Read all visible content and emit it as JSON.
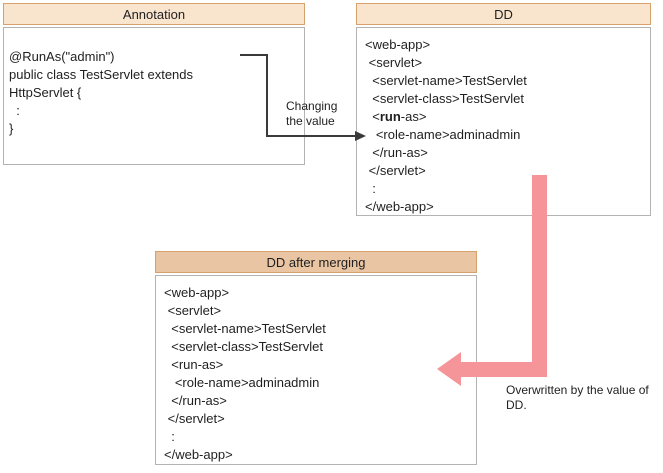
{
  "colors": {
    "header_fill_light": "#f9e4ce",
    "header_fill_dark": "#eac5a4",
    "header_border": "#d5a26e",
    "body_border": "#b3b3b3",
    "pink_arrow": "#f59499",
    "black_arrow": "#3a3a3a"
  },
  "annotation_box": {
    "title": "Annotation",
    "code_lines": [
      "@RunAs(\"admin\")",
      "public class TestServlet extends",
      "HttpServlet {",
      "  :",
      "}"
    ]
  },
  "dd_box": {
    "title": "DD",
    "code_lines_before": [
      "<web-app>",
      " <servlet>",
      "  <servlet-name>TestServlet",
      "  <servlet-class>TestServlet"
    ],
    "run_as_line": {
      "prefix": "  <",
      "bold": "run",
      "suffix": "-as>"
    },
    "code_lines_after": [
      "   <role-name>adminadmin",
      "  </run-as>",
      " </servlet>",
      "  :",
      "</web-app>"
    ]
  },
  "merged_box": {
    "title": "DD after merging",
    "code_lines": [
      "<web-app>",
      " <servlet>",
      "  <servlet-name>TestServlet",
      "  <servlet-class>TestServlet",
      "  <run-as>",
      "   <role-name>adminadmin",
      "  </run-as>",
      " </servlet>",
      "  :",
      "</web-app>"
    ]
  },
  "labels": {
    "changing": "Changing the value",
    "overwritten": "Overwritten by the value of DD."
  }
}
